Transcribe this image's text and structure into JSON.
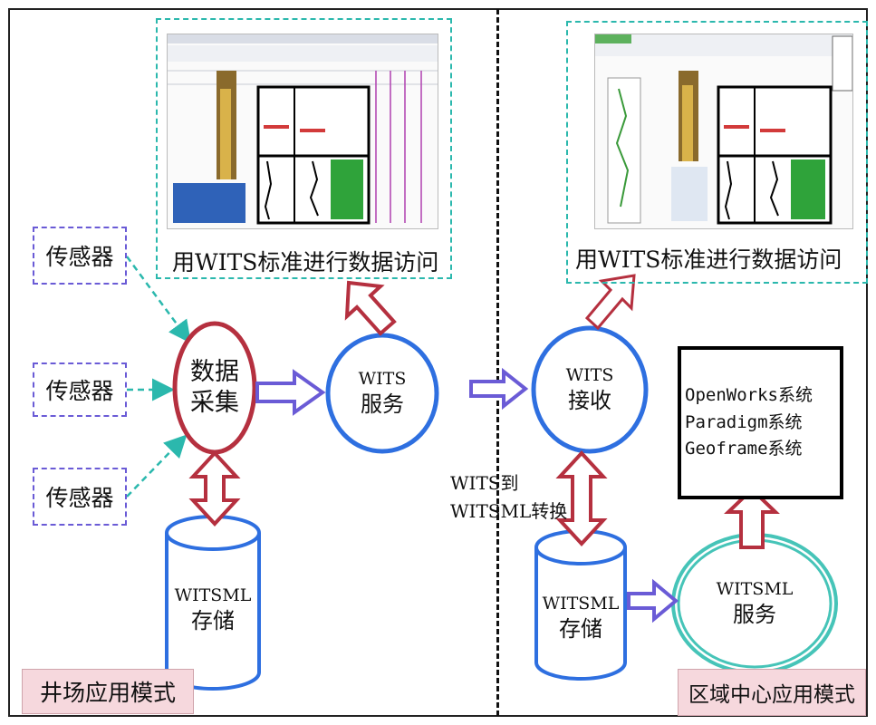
{
  "sensors": [
    "传感器",
    "传感器",
    "传感器"
  ],
  "collect": {
    "line1": "数据",
    "line2": "采集"
  },
  "wits_service": {
    "line1": "WITS",
    "line2": "服务"
  },
  "wits_receive": {
    "line1": "WITS",
    "line2": "接收"
  },
  "witsml_storage_left": {
    "line1": "WITSML",
    "line2": "存储"
  },
  "witsml_storage_right": {
    "line1": "WITSML",
    "line2": "存储"
  },
  "witsml_service": {
    "line1": "WITSML",
    "line2": "服务"
  },
  "access_left": "用WITS标准进行数据访问",
  "access_right": "用WITS标准进行数据访问",
  "conversion": {
    "line1": "WITS到",
    "line2": "WITSML转换"
  },
  "systems": [
    "OpenWorks系统",
    "Paradigm系统",
    "Geoframe系统"
  ],
  "mode_left": "井场应用模式",
  "mode_right": "区域中心应用模式",
  "colors": {
    "sensor_border": "#6a5bd6",
    "dashed_teal": "#2bb8ad",
    "collect_ellipse": "#b5303f",
    "service_circle": "#2e6fe0",
    "witsml_service_circle": "#46c4b8",
    "double_arrow": "#b5303f",
    "flow_arrow": "#6a5bd6",
    "mode_bg": "#f6d8dd"
  }
}
